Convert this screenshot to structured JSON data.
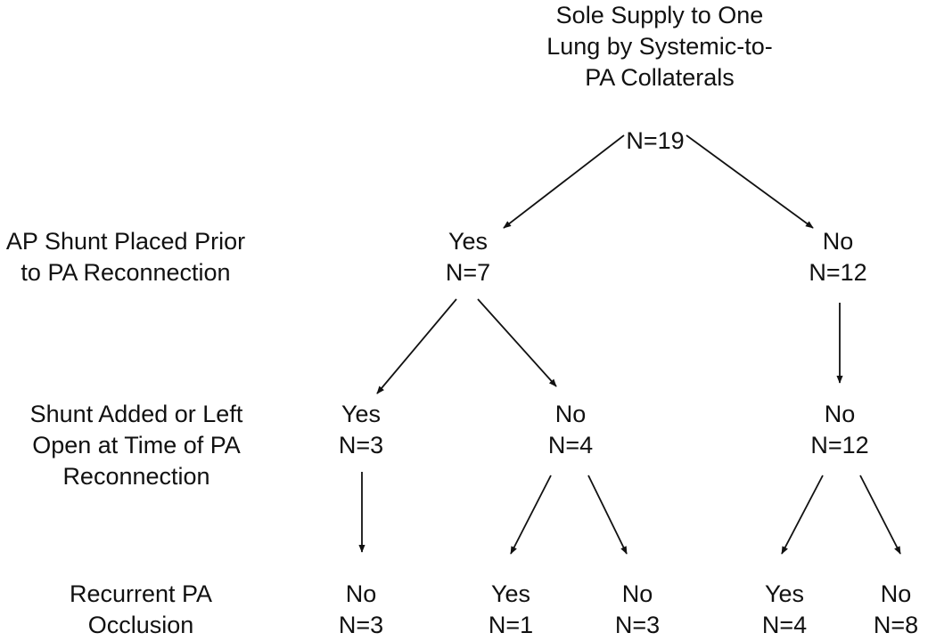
{
  "root": {
    "title_lines": [
      "Sole Supply to One",
      "Lung by Systemic-to-",
      "PA Collaterals"
    ],
    "n": "N=19"
  },
  "row_labels": {
    "ap_shunt": [
      "AP Shunt Placed Prior",
      "to PA Reconnection"
    ],
    "shunt_added": [
      "Shunt Added or Left",
      "Open at Time of PA",
      "Reconnection"
    ],
    "recurrent": [
      "Recurrent PA",
      "Occlusion"
    ]
  },
  "level1": {
    "yes": {
      "answer": "Yes",
      "n": "N=7"
    },
    "no": {
      "answer": "No",
      "n": "N=12"
    }
  },
  "level2": {
    "yes": {
      "answer": "Yes",
      "n": "N=3"
    },
    "no": {
      "answer": "No",
      "n": "N=4"
    },
    "no_right": {
      "answer": "No",
      "n": "N=12"
    }
  },
  "level3": {
    "a": {
      "answer": "No",
      "n": "N=3"
    },
    "b": {
      "answer": "Yes",
      "n": "N=1"
    },
    "c": {
      "answer": "No",
      "n": "N=3"
    },
    "d": {
      "answer": "Yes",
      "n": "N=4"
    },
    "e": {
      "answer": "No",
      "n": "N=8"
    }
  }
}
